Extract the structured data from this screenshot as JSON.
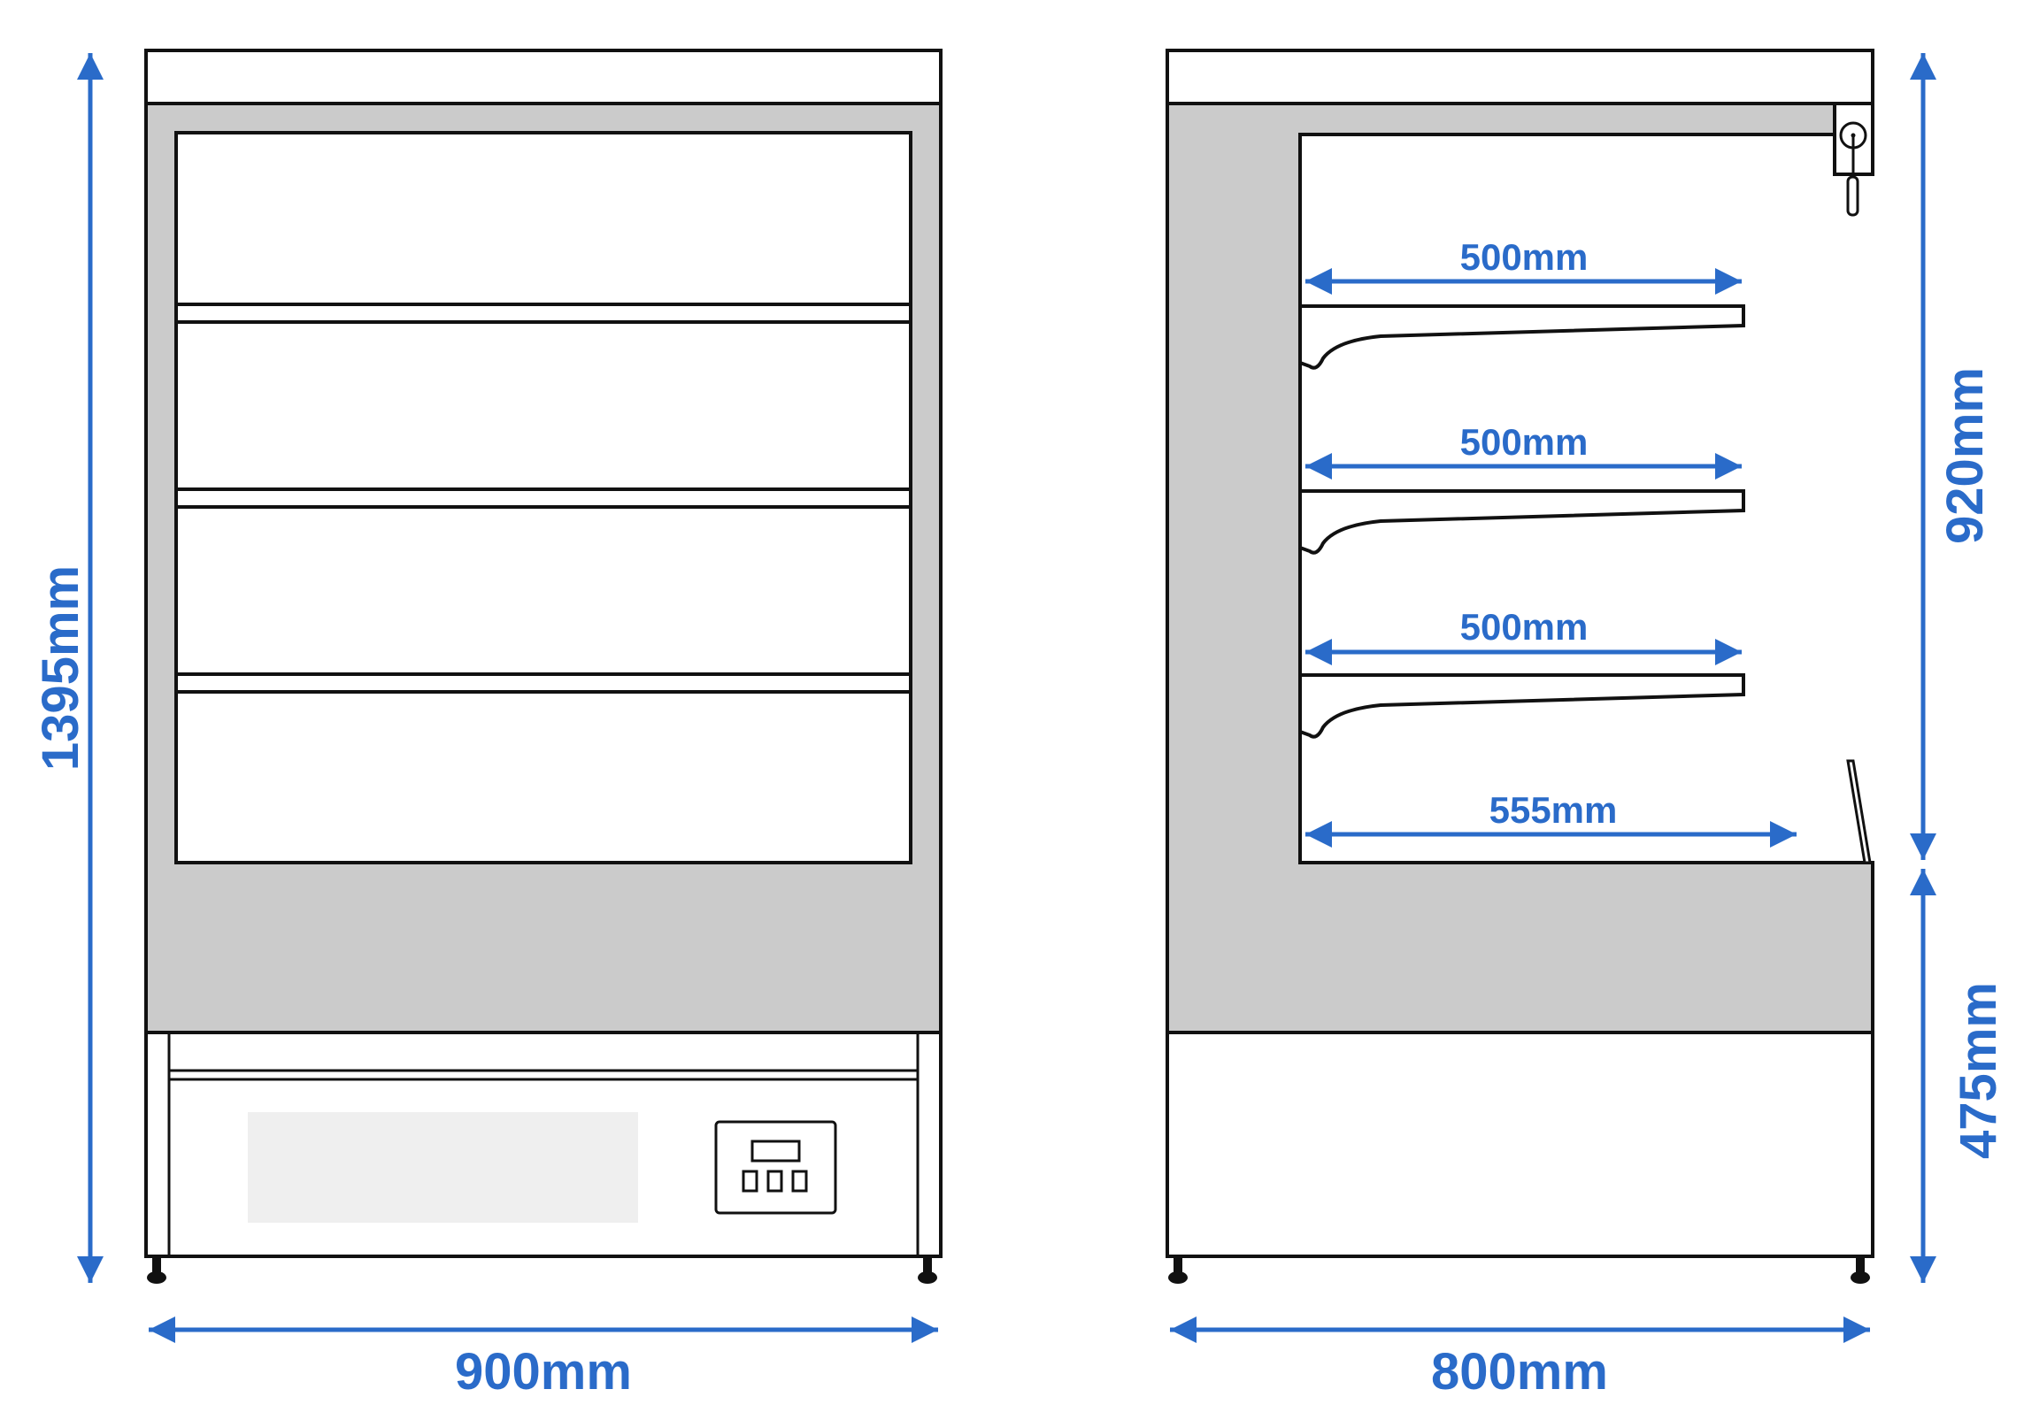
{
  "dimensions": {
    "front_height": "1395mm",
    "front_width": "900mm",
    "side_width": "800mm",
    "upper_height": "920mm",
    "lower_height": "475mm",
    "shelf_1_depth": "500mm",
    "shelf_2_depth": "500mm",
    "shelf_3_depth": "500mm",
    "base_depth": "555mm"
  },
  "colors": {
    "dimension_blue": "#2a6bc9",
    "cabinet_grey": "#cbcbcb",
    "panel_light": "#efefef",
    "outline": "#111111"
  }
}
